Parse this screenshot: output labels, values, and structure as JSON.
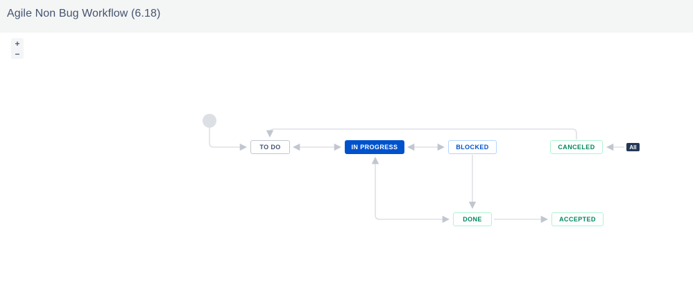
{
  "header": {
    "title": "Agile Non Bug Workflow (6.18)"
  },
  "zoom_controls": {
    "zoom_in": "+",
    "zoom_out": "−"
  },
  "workflow": {
    "states": {
      "todo": {
        "label": "TO DO"
      },
      "in_progress": {
        "label": "IN PROGRESS"
      },
      "blocked": {
        "label": "BLOCKED"
      },
      "canceled": {
        "label": "CANCELED"
      },
      "done": {
        "label": "DONE"
      },
      "accepted": {
        "label": "ACCEPTED"
      }
    },
    "all_badge": {
      "label": "All"
    },
    "transitions": [
      {
        "from": "start",
        "to": "TO DO",
        "bidirectional": false
      },
      {
        "from": "TO DO",
        "to": "IN PROGRESS",
        "bidirectional": true
      },
      {
        "from": "IN PROGRESS",
        "to": "BLOCKED",
        "bidirectional": true
      },
      {
        "from": "CANCELED",
        "to": "TO DO",
        "bidirectional": false
      },
      {
        "from": "All",
        "to": "CANCELED",
        "bidirectional": false
      },
      {
        "from": "BLOCKED",
        "to": "DONE",
        "bidirectional": false
      },
      {
        "from": "IN PROGRESS",
        "to": "DONE",
        "bidirectional": true
      },
      {
        "from": "DONE",
        "to": "ACCEPTED",
        "bidirectional": false
      }
    ]
  },
  "colors": {
    "header_bg": "#F4F5F5",
    "title_color": "#44546F",
    "in_progress_bg": "#0052CC",
    "blue_text": "#0052CC",
    "blue_border": "#B3D4FF",
    "green_text": "#00875A",
    "green_border": "#ABF5D1",
    "neutral_text": "#42526E",
    "neutral_border": "#C1C7D0",
    "edge_line": "#DFE1E6",
    "edge_arrow": "#C1C7D0",
    "all_badge_bg": "#253858",
    "start_node_fill": "#DCDFE4"
  }
}
